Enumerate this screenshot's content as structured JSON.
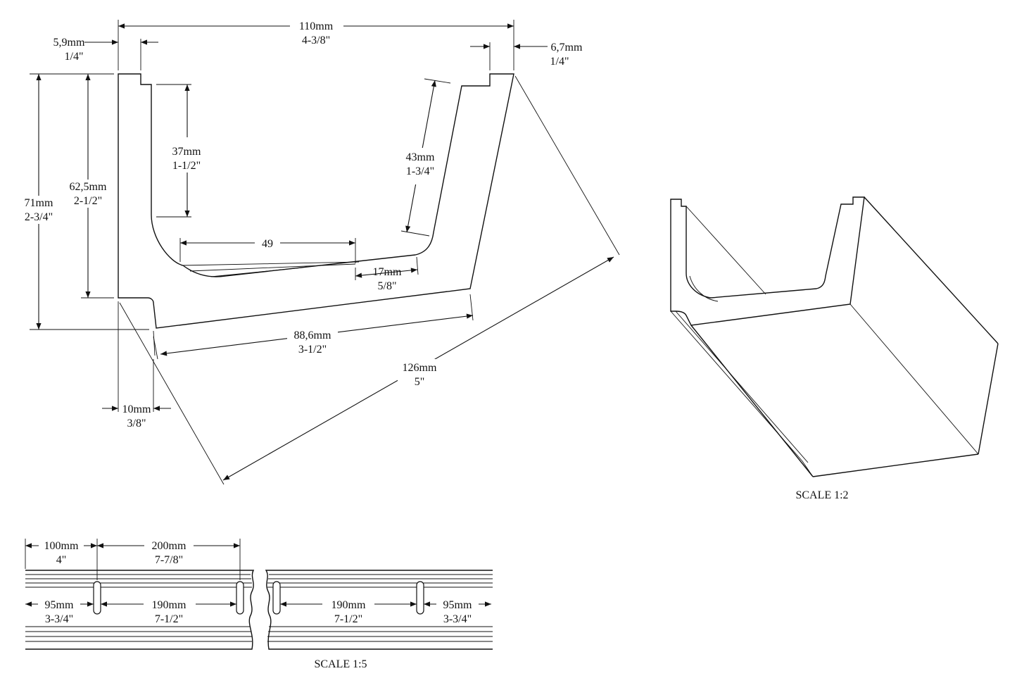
{
  "profile_view": {
    "overall_width": {
      "metric": "110mm",
      "imperial": "4-3/8\""
    },
    "left_lip": {
      "metric": "5,9mm",
      "imperial": "1/4\""
    },
    "right_lip": {
      "metric": "6,7mm",
      "imperial": "1/4\""
    },
    "overall_height": {
      "metric": "71mm",
      "imperial": "2-3/4\""
    },
    "back_height": {
      "metric": "62,5mm",
      "imperial": "2-1/2\""
    },
    "inner_back_height": {
      "metric": "37mm",
      "imperial": "1-1/2\""
    },
    "front_wall": {
      "metric": "43mm",
      "imperial": "1-3/4\""
    },
    "floor_width": {
      "metric": "49"
    },
    "floor_step": {
      "metric": "17mm",
      "imperial": "5/8\""
    },
    "base_width": {
      "metric": "88,6mm",
      "imperial": "3-1/2\""
    },
    "diagonal": {
      "metric": "126mm",
      "imperial": "5\""
    },
    "base_foot": {
      "metric": "10mm",
      "imperial": "3/8\""
    }
  },
  "iso_view": {
    "scale_label": "SCALE  1:2"
  },
  "rail_view": {
    "scale_label": "SCALE  1:5",
    "top_left": {
      "metric": "100mm",
      "imperial": "4\""
    },
    "top_spacing": {
      "metric": "200mm",
      "imperial": "7-7/8\""
    },
    "bottom_left_end": {
      "metric": "95mm",
      "imperial": "3-3/4\""
    },
    "bottom_left_spacing": {
      "metric": "190mm",
      "imperial": "7-1/2\""
    },
    "bottom_right_spacing": {
      "metric": "190mm",
      "imperial": "7-1/2\""
    },
    "bottom_right_end": {
      "metric": "95mm",
      "imperial": "3-3/4\""
    }
  }
}
